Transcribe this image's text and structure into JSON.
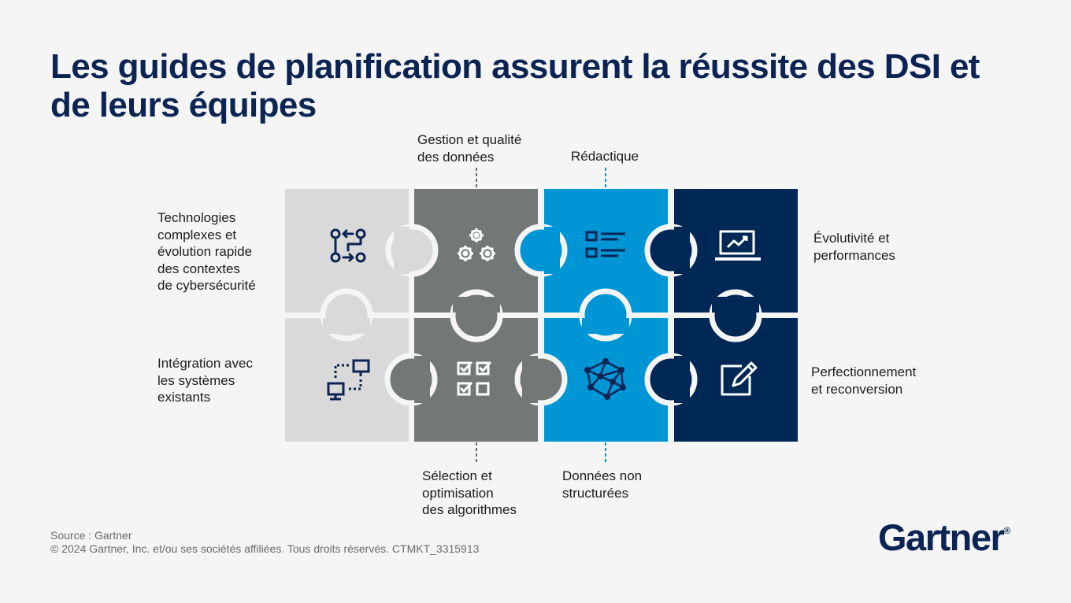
{
  "title": "Les guides de planification assurent la réussite des DSI et de leurs équipes",
  "colors": {
    "background": "#f5f5f5",
    "light_gray": "#d9d9d9",
    "dark_gray": "#727878",
    "blue": "#0096d6",
    "navy": "#002856",
    "title": "#0b2453"
  },
  "pieces": [
    {
      "row": 1,
      "col": 1,
      "color": "light_gray",
      "icon": "workflow-arrows-icon"
    },
    {
      "row": 1,
      "col": 2,
      "color": "dark_gray",
      "icon": "gears-icon"
    },
    {
      "row": 1,
      "col": 3,
      "color": "blue",
      "icon": "checklist-document-icon"
    },
    {
      "row": 1,
      "col": 4,
      "color": "navy",
      "icon": "laptop-chart-icon"
    },
    {
      "row": 2,
      "col": 1,
      "color": "light_gray",
      "icon": "network-computers-icon"
    },
    {
      "row": 2,
      "col": 2,
      "color": "dark_gray",
      "icon": "checkboxes-icon"
    },
    {
      "row": 2,
      "col": 3,
      "color": "blue",
      "icon": "neural-network-icon"
    },
    {
      "row": 2,
      "col": 4,
      "color": "navy",
      "icon": "edit-pen-icon"
    }
  ],
  "labels": {
    "tech_cyber": "Technologies\ncomplexes et\névolution rapide\ndes contextes\nde cybersécurité",
    "data_quality": "Gestion et qualité\ndes données",
    "redactique": "Rédactique",
    "scalability": "Évolutivité et\nperformances",
    "integration": "Intégration avec\nles systèmes\nexistants",
    "algorithms": "Sélection et\noptimisation\ndes algorithmes",
    "unstructured": "Données non\nstructurées",
    "reskilling": "Perfectionnement\net reconversion"
  },
  "footer": {
    "source": "Source : Gartner",
    "copyright": "© 2024 Gartner, Inc. et/ou ses sociétés affiliées. Tous droits réservés. CTMKT_3315913"
  },
  "logo": {
    "text": "Gartner",
    "mark": "®"
  }
}
